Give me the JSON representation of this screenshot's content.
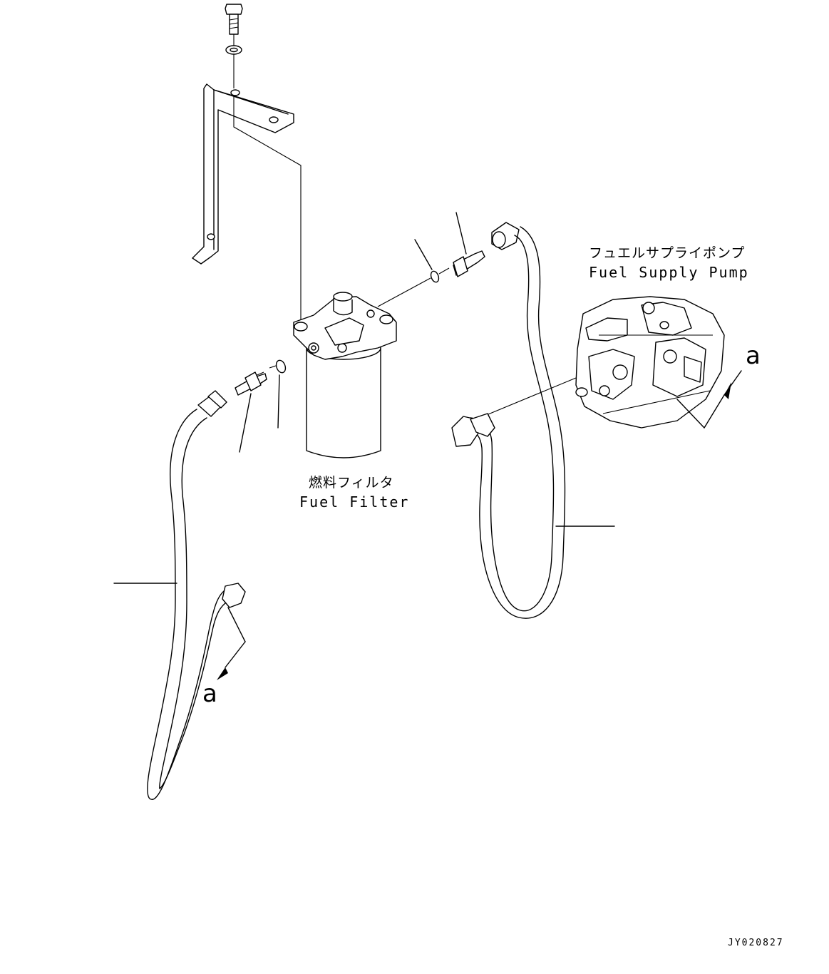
{
  "labels": {
    "fuel_filter_jp": "燃料フィルタ",
    "fuel_filter_en": "Fuel Filter",
    "fuel_supply_pump_jp": "フュエルサプライポンプ",
    "fuel_supply_pump_en": "Fuel Supply Pump",
    "view_a_pump": "a",
    "view_a_hose": "a",
    "drawing_code": "JY020827"
  }
}
